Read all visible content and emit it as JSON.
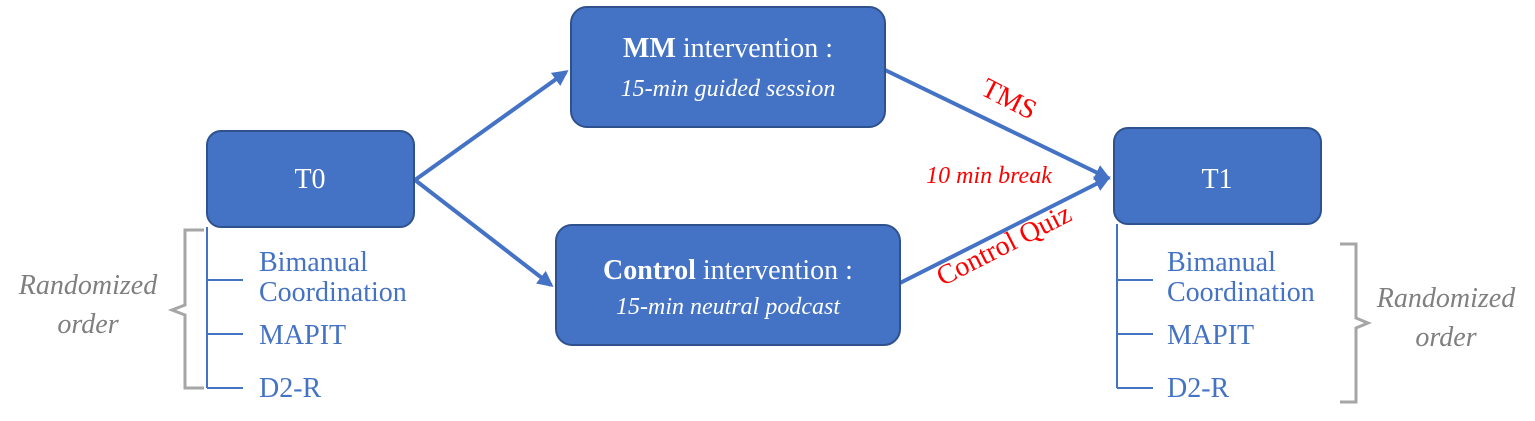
{
  "t0": {
    "label": "T0"
  },
  "t1": {
    "label": "T1"
  },
  "mm_box": {
    "bold": "MM",
    "rest": " intervention :",
    "sub": "15-min guided session"
  },
  "control_box": {
    "bold": "Control",
    "rest": " intervention :",
    "sub": "15-min neutral podcast"
  },
  "tms": "TMS",
  "break_label": "10 min break",
  "control_quiz": "Control Quiz",
  "left_tasks": [
    "Bimanual",
    "Coordination",
    "MAPIT",
    "D2-R"
  ],
  "right_tasks": [
    "Bimanual",
    "Coordination",
    "MAPIT",
    "D2-R"
  ],
  "randomized_left": [
    "Randomized",
    "order"
  ],
  "randomized_right": [
    "Randomized",
    "order"
  ],
  "colors": {
    "box_fill": "#4472C4",
    "box_stroke": "#2F528F",
    "annotation": "#FF0000",
    "brace": "#A6A6A6"
  }
}
